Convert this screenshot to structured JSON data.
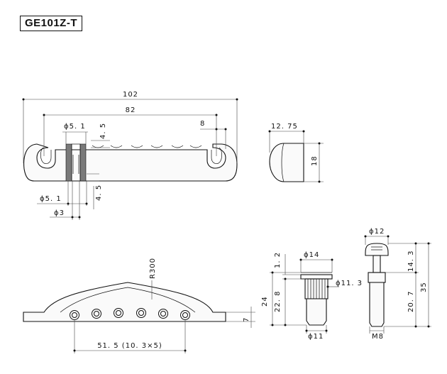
{
  "title": "GE101Z-T",
  "dimensions": {
    "top_overall": "102",
    "top_spacing": "82",
    "top_bolt_hole": "ϕ5. 1",
    "top_slot_depth": "4. 5",
    "top_end_offset": "8",
    "side_width": "12. 75",
    "side_height": "18",
    "bottom_bolt_hole": "ϕ5. 1",
    "bottom_inner_hole": "ϕ3",
    "bottom_depth": "4. 5",
    "front_radius": "R300",
    "front_height": "7",
    "front_string_spacing": "51. 5 (10. 3×5)",
    "anchor_head_dia": "ϕ14",
    "anchor_body_dia": "ϕ11. 3",
    "anchor_bottom_dia": "ϕ11",
    "anchor_flange": "1. 2",
    "anchor_body_len": "22. 8",
    "anchor_total_len": "24",
    "stud_head_dia": "ϕ12",
    "stud_head_len": "14. 3",
    "stud_thread_len": "20. 7",
    "stud_total_len": "35",
    "stud_thread": "M8"
  }
}
